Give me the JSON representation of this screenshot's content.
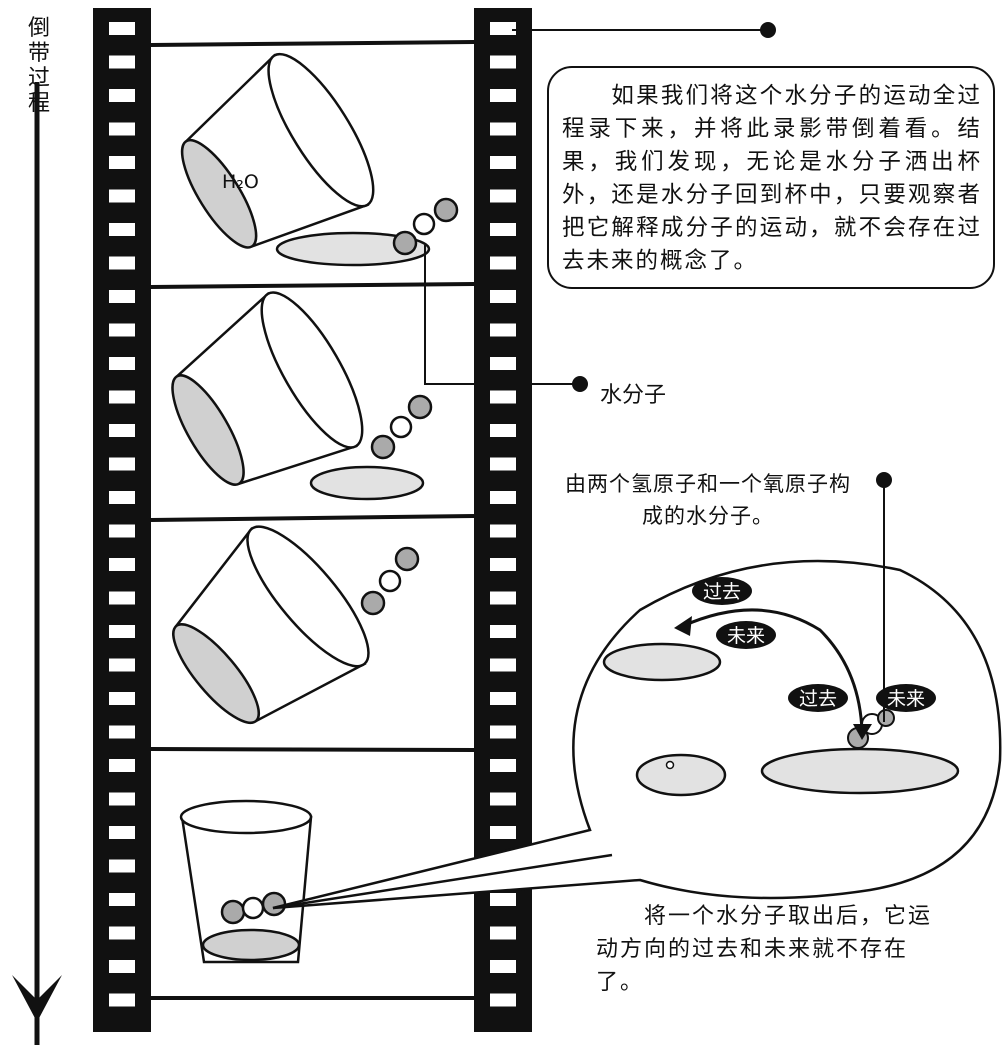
{
  "side_label": "倒带过程",
  "cup_label": "H₂O",
  "callout_top": "　　如果我们将这个水分子的运动全过程录下来，并将此录影带倒着看。结果，我们发现，无论是水分子洒出杯外，还是水分子回到杯中，只要观察者把它解释成分子的运动，就不会存在过去未来的概念了。",
  "label_water_molecule": "水分子",
  "callout_molecule": "由两个氢原子和一个氧原子构成的水分子。",
  "callout_bottom": "　　将一个水分子取出后，它运动方向的过去和未来就不存在了。",
  "badges": {
    "past_top": "过去",
    "future_top": "未来",
    "past_right": "过去",
    "future_right": "未来"
  }
}
